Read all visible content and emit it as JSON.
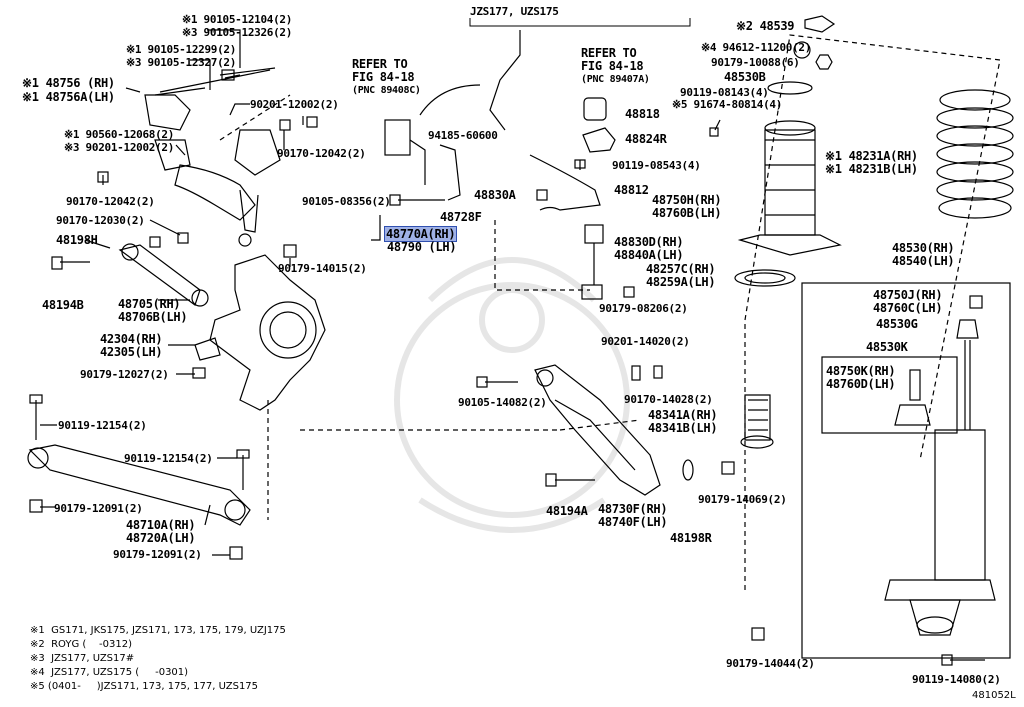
{
  "diagram_code": "481052L",
  "callouts": {
    "c1": "※1 90105-12104(2)",
    "c2": "※3 90105-12326(2)",
    "c3": "※1 90105-12299(2)",
    "c4": "※3 90105-12327(2)",
    "c5": "※1 48756 (RH)",
    "c6": "※1 48756A(LH)",
    "c7": "90201-12002(2)",
    "c8": "※1 90560-12068(2)",
    "c9": "※3 90201-12002(2)",
    "c10": "90170-12042(2)",
    "c11": "90170-12042(2)",
    "c12": "90170-12030(2)",
    "c13": "48198H",
    "c14": "48194B",
    "c15": "48705(RH)",
    "c16": "48706B(LH)",
    "c17": "42304(RH)",
    "c18": "42305(LH)",
    "c19": "90179-12027(2)",
    "c20": "90119-12154(2)",
    "c21": "90119-12154(2)",
    "c22": "90179-12091(2)",
    "c23": "48710A(RH)",
    "c24": "48720A(LH)",
    "c25": "90179-12091(2)",
    "c26": "90105-08356(2)",
    "c27": "48770A(RH)",
    "c28": "48790 (LH)",
    "c29": "90179-14015(2)",
    "c30": "48728F",
    "c31": "94185-60600",
    "c32": "JZS177, UZS175",
    "c33": "REFER TO",
    "c34": "FIG 84-18",
    "c35": "(PNC 89408C)",
    "c36": "REFER TO",
    "c37": "FIG 84-18",
    "c38": "(PNC 89407A)",
    "c39": "48818",
    "c40": "48824R",
    "c41": "90119-08543(4)",
    "c42": "48830A",
    "c43": "48812",
    "c44": "48830D(RH)",
    "c45": "48840A(LH)",
    "c46": "90179-08206(2)",
    "c47": "90201-14020(2)",
    "c48": "90105-14082(2)",
    "c49": "90170-14028(2)",
    "c50": "48341A(RH)",
    "c51": "48341B(LH)",
    "c52": "48194A",
    "c53": "48730F(RH)",
    "c54": "48740F(LH)",
    "c55": "48198R",
    "c56": "90179-14069(2)",
    "c57": "※2 48539",
    "c58": "※4 94612-11200(2)",
    "c59": "90179-10088(6)",
    "c60": "48530B",
    "c61": "90119-08143(4)",
    "c62": "※5 91674-80814(4)",
    "c63": "48750H(RH)",
    "c64": "48760B(LH)",
    "c65": "48257C(RH)",
    "c66": "48259A(LH)",
    "c67": "※1 48231A(RH)",
    "c68": "※1 48231B(LH)",
    "c69": "48530(RH)",
    "c70": "48540(LH)",
    "c71": "48750J(RH)",
    "c72": "48760C(LH)",
    "c73": "48530G",
    "c74": "48530K",
    "c75": "48750K(RH)",
    "c76": "48760D(LH)",
    "c77": "90179-14044(2)",
    "c78": "90119-14080(2)"
  },
  "notes": [
    "※1  GS171, JKS175, JZS171, 173, 175, 179, UZJ175",
    "※2  ROYG (    -0312)",
    "※3  JZS177, UZS17#",
    "※4  JZS177, UZS175 (     -0301)",
    "※5 (0401-     )JZS171, 173, 175, 177, UZS175"
  ]
}
